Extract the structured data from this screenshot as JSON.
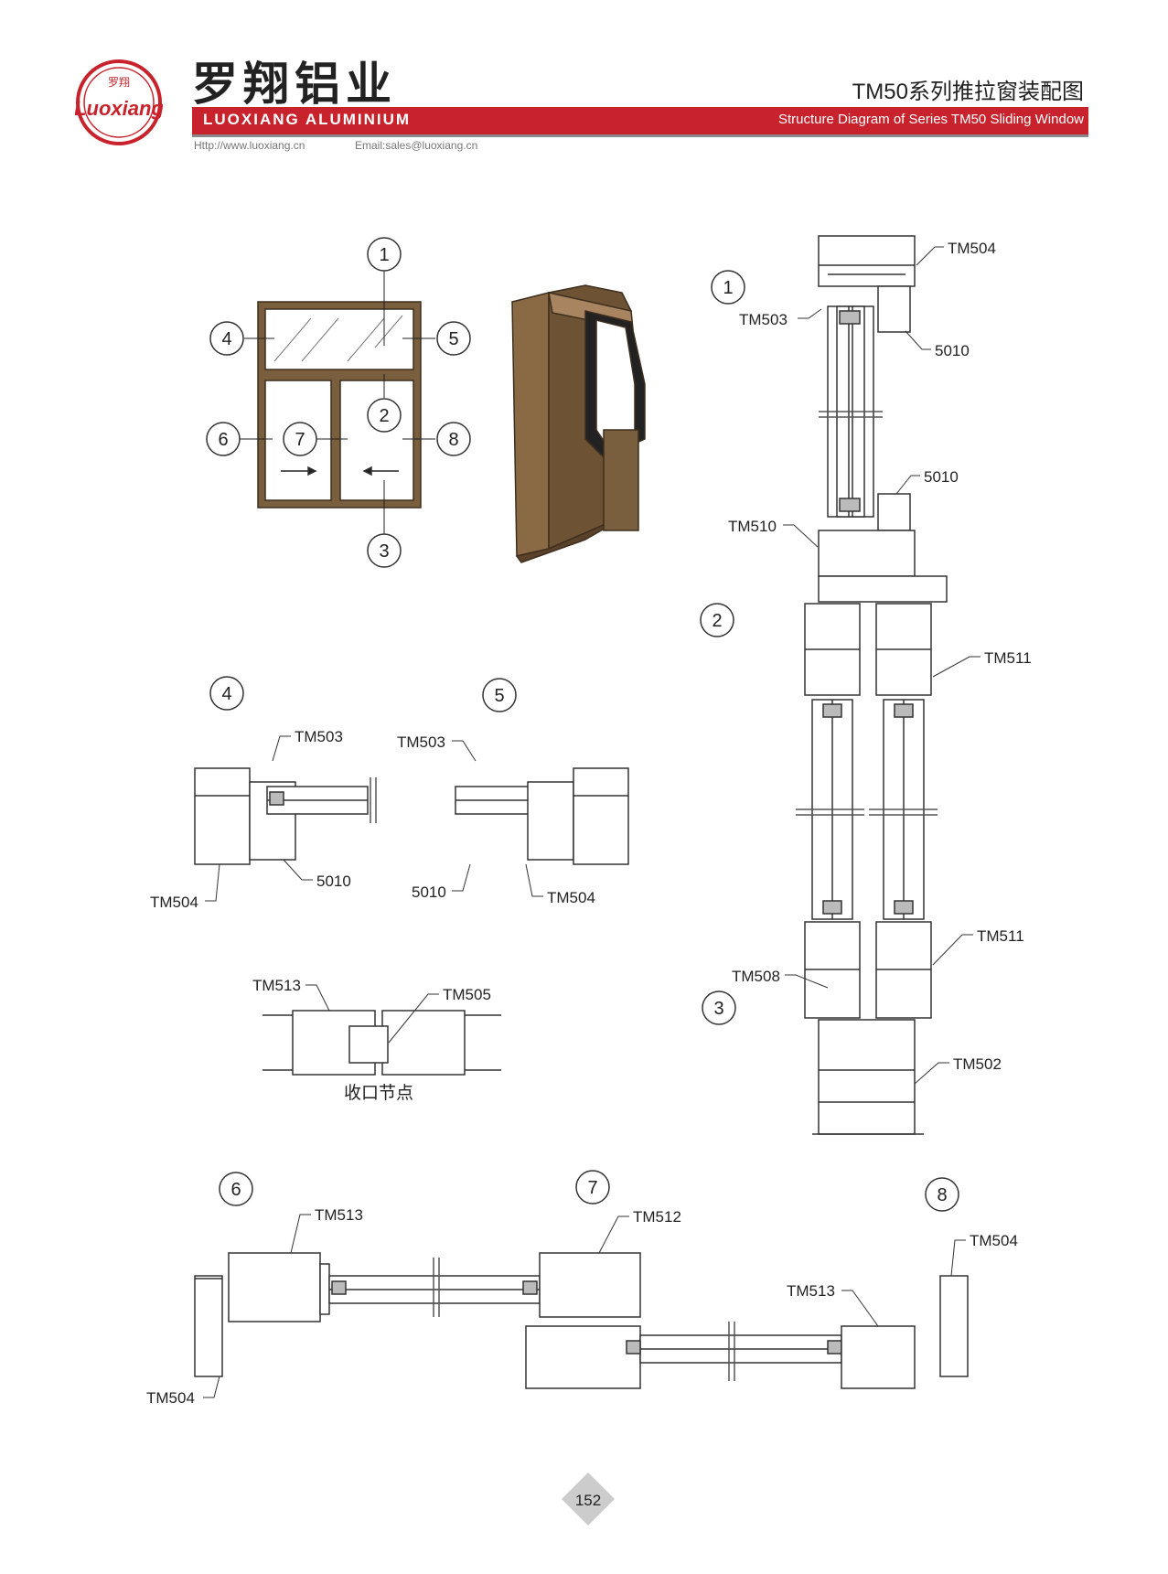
{
  "header": {
    "logo_seal_text": "罗翔",
    "logo_script": "Luoxiang",
    "company_cn": "罗翔铝业",
    "company_en": "LUOXIANG ALUMINIUM",
    "title_cn": "TM50系列推拉窗装配图",
    "title_en": "Structure Diagram of Series TM50 Sliding Window",
    "website": "Http://www.luoxiang.cn",
    "email": "Email:sales@luoxiang.cn"
  },
  "colors": {
    "brand_red": "#c8232c",
    "frame_bronze": "#7a5f3f",
    "line": "#333333"
  },
  "elevation": {
    "callouts": [
      "1",
      "2",
      "3",
      "4",
      "5",
      "6",
      "7",
      "8"
    ]
  },
  "section_right": {
    "callouts": [
      "1",
      "2",
      "3"
    ],
    "labels": [
      "TM504",
      "TM503",
      "5010",
      "5010",
      "TM510",
      "TM511",
      "TM511",
      "TM508",
      "TM502"
    ]
  },
  "section_45": {
    "callouts": [
      "4",
      "5"
    ],
    "labels": [
      "TM503",
      "TM503",
      "5010",
      "5010",
      "TM504",
      "TM504"
    ]
  },
  "closing_node": {
    "labels": [
      "TM513",
      "TM505"
    ],
    "caption": "收口节点"
  },
  "section_678": {
    "callouts": [
      "6",
      "7",
      "8"
    ],
    "labels": [
      "TM513",
      "TM512",
      "TM504",
      "TM513",
      "TM504"
    ]
  },
  "page_number": "152"
}
